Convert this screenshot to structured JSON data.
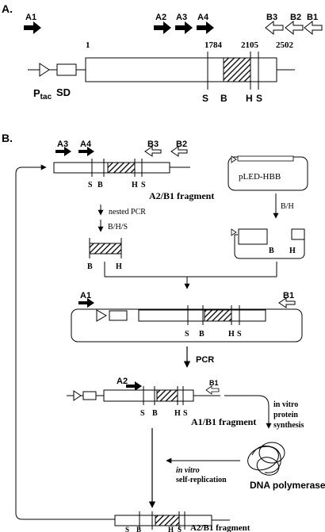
{
  "panel_a": {
    "label": "A.",
    "primers_forward": [
      "A1",
      "A2",
      "A3",
      "A4"
    ],
    "primers_reverse": [
      "B3",
      "B2",
      "B1"
    ],
    "positions": [
      "1",
      "1784",
      "2105",
      "2502"
    ],
    "promoter": "P",
    "promoter_sub": "tac",
    "sd": "SD",
    "sites": [
      "S",
      "B",
      "H",
      "S"
    ]
  },
  "panel_b": {
    "label": "B.",
    "top_primers": [
      "A3",
      "A4",
      "B3",
      "B2"
    ],
    "top_sites": [
      "S",
      "B",
      "H",
      "S"
    ],
    "fragment_label": "A2/B1 fragment",
    "plasmid": "pLED-HBB",
    "nested_pcr": "nested PCR",
    "digest_bhs": "B/H/S",
    "digest_bh": "B/H",
    "insert_sites": [
      "B",
      "H"
    ],
    "vector_sites": [
      "B",
      "H"
    ],
    "mid_primers": [
      "A1",
      "B1"
    ],
    "mid_sites": [
      "S",
      "B",
      "H",
      "S"
    ],
    "pcr": "PCR",
    "lower_primers": [
      "A2",
      "B1"
    ],
    "lower_sites": [
      "S",
      "B",
      "H",
      "S"
    ],
    "a1b1_fragment": "A1/B1 fragment",
    "ivps_line1": "in vitro",
    "ivps_line2": "protein",
    "ivps_line3": "synthesis",
    "dna_polymerase": "DNA polymerase",
    "selfrep_line1": "in vitro",
    "selfrep_line2": "self-replication",
    "bottom_sites": [
      "S",
      "B",
      "H",
      "S"
    ],
    "bottom_fragment_label": "A2/B1 fragment"
  }
}
